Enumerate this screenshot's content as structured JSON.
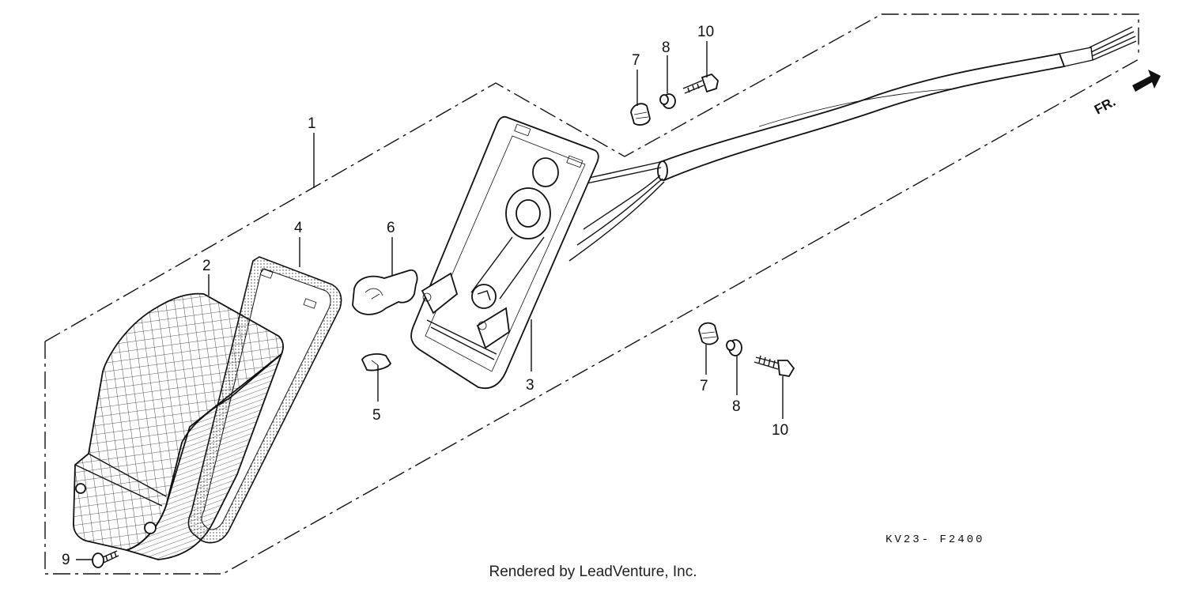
{
  "diagram": {
    "callouts": {
      "c1": "1",
      "c2": "2",
      "c3": "3",
      "c4": "4",
      "c5": "5",
      "c6": "6",
      "c7a": "7",
      "c7b": "7",
      "c8a": "8",
      "c8b": "8",
      "c9": "9",
      "c10a": "10",
      "c10b": "10"
    },
    "direction_label": "FR.",
    "diagram_code": "KV23- F2400"
  },
  "footer": {
    "credit": "Rendered by LeadVenture, Inc."
  }
}
